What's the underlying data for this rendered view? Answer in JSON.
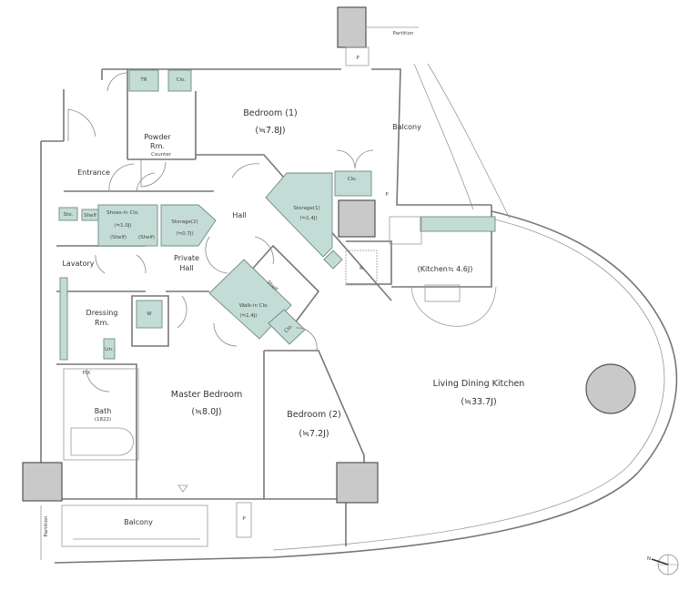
{
  "rooms": {
    "bedroom1": {
      "name": "Bedroom (1)",
      "size": "(≒7.8J)"
    },
    "balcony_top": "Balcony",
    "powder": {
      "line1": "Powder",
      "line2": "Rm.",
      "counter": "Counter"
    },
    "tr": "TR",
    "clo_top": "Clo.",
    "entrance": "Entrance",
    "sto": "Sto.",
    "shelf_a": "Shelf",
    "shoes": {
      "name": "Shoes-in Clo.",
      "size": "(≒1.0J)",
      "shelf1": "(Shelf)",
      "shelf2": "(Shelf)"
    },
    "storage2": {
      "name": "Storage(2)",
      "size": "(≒0.7J)"
    },
    "hall": "Hall",
    "storage1": {
      "name": "Storage(1)",
      "size": "(≒1.4J)"
    },
    "clo_mid": "Clo.",
    "p_mid": "P",
    "kitchen": "(Kitchen≒ 4.6J)",
    "r": "R",
    "lavatory": "Lavatory",
    "private_hall": {
      "line1": "Private",
      "line2": "Hall"
    },
    "wic": {
      "name": "Walk-in Clo.",
      "size": "(≒1.4J)",
      "shelf": "Shelf"
    },
    "clo_wic": "Clo.",
    "dressing": {
      "line1": "Dressing",
      "line2": "Rm."
    },
    "w": "W",
    "lin": "Lin.",
    "fix": "FIX",
    "bath": {
      "name": "Bath",
      "size": "(1822)"
    },
    "master": {
      "name": "Master Bedroom",
      "size": "(≒8.0J)"
    },
    "bedroom2": {
      "name": "Bedroom (2)",
      "size": "(≒7.2J)"
    },
    "ldk": {
      "name": "Living Dining Kitchen",
      "size": "(≒33.7J)"
    },
    "balcony_bottom": "Balcony",
    "partition_bottom": "Partition",
    "p_bottom": "P",
    "partition_top": "Partition",
    "p_top": "P"
  },
  "compass": "N",
  "colors": {
    "storage": "#c3ddd6",
    "column": "#c9c9c9"
  }
}
